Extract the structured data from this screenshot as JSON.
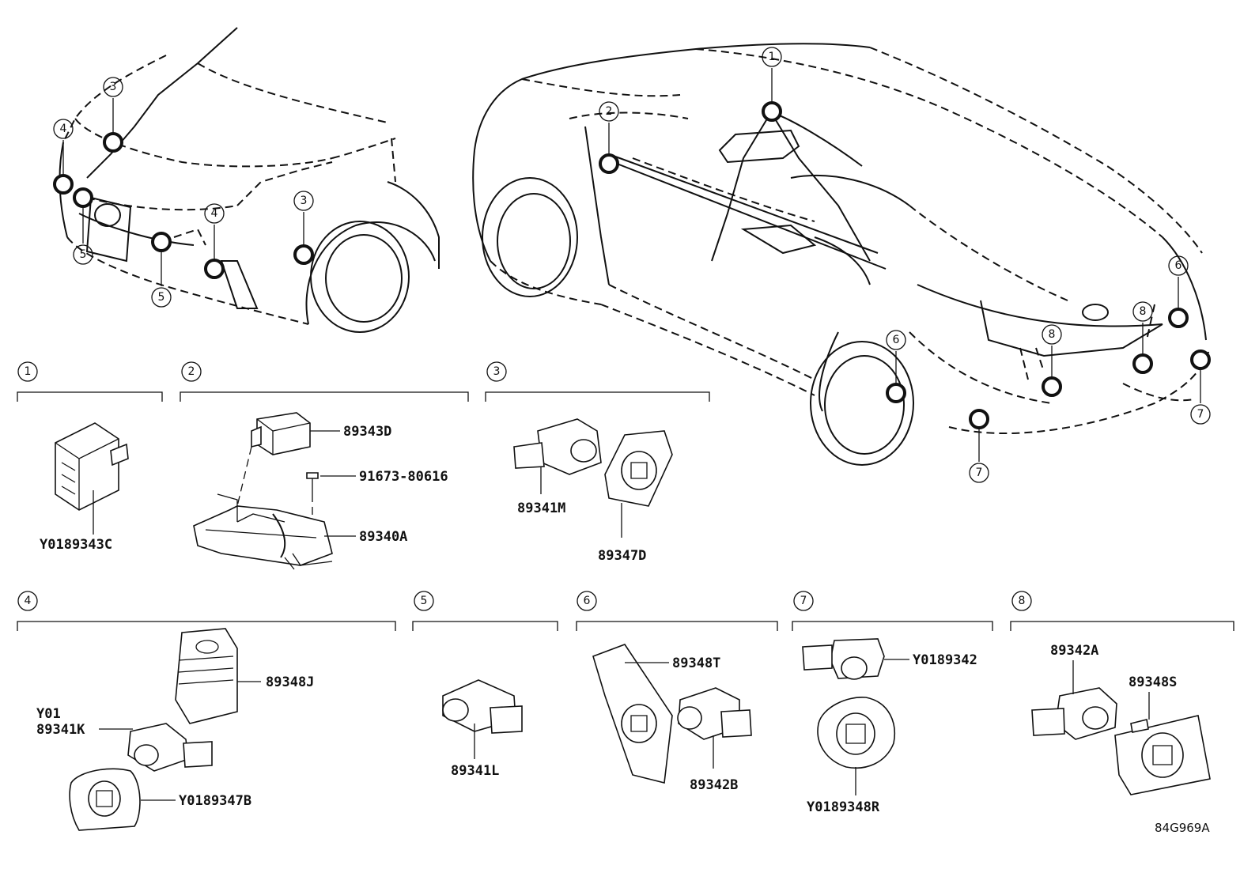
{
  "callouts": {
    "c1": "1",
    "c2": "2",
    "c3": "3",
    "c4": "4",
    "c5": "5",
    "c6": "6",
    "c7": "7",
    "c8": "8"
  },
  "sections": [
    {
      "number": "1",
      "parts": [
        "Y0189343C"
      ]
    },
    {
      "number": "2",
      "parts": [
        "89343D",
        "91673-80616",
        "89340A"
      ]
    },
    {
      "number": "3",
      "parts": [
        "89341M",
        "89347D"
      ]
    },
    {
      "number": "4",
      "parts": [
        "89348J",
        "Y01",
        "89341K",
        "Y0189347B"
      ]
    },
    {
      "number": "5",
      "parts": [
        "89341L"
      ]
    },
    {
      "number": "6",
      "parts": [
        "89348T",
        "89342B"
      ]
    },
    {
      "number": "7",
      "parts": [
        "Y0189342",
        "Y0189348R"
      ]
    },
    {
      "number": "8",
      "parts": [
        "89342A",
        "89348S"
      ]
    }
  ],
  "diagram_code": "84G969A"
}
